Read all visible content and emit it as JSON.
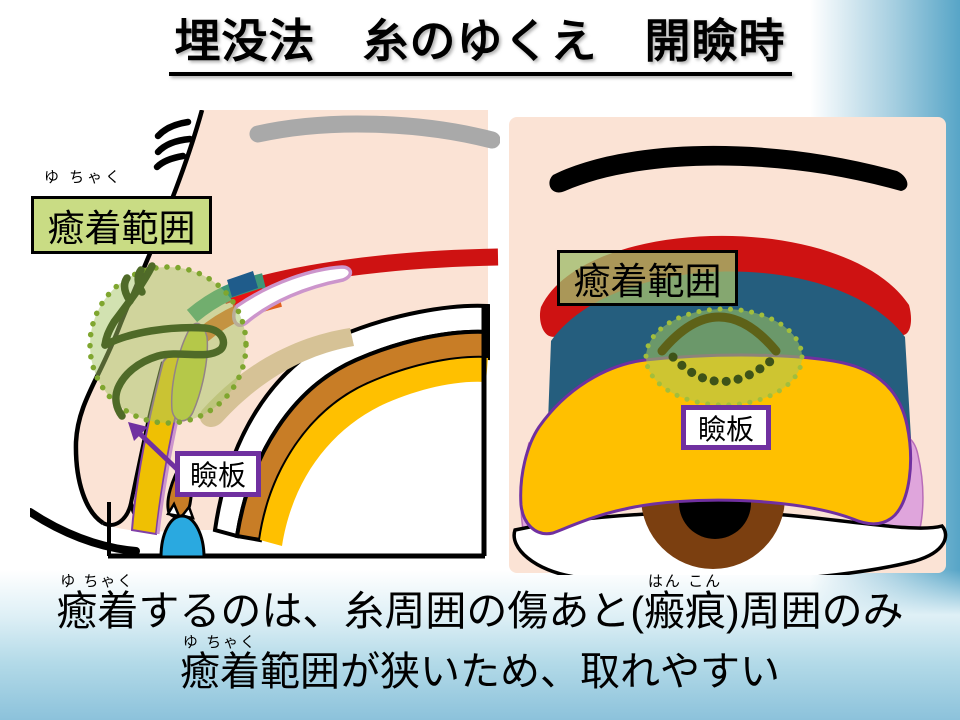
{
  "title": "埋没法　糸のゆくえ　開瞼時",
  "colors": {
    "skin": "#FBE3D5",
    "brow_gray": "#A9A9A9",
    "brow_black": "#000000",
    "red_band": "#CE1212",
    "blue_region": "#255E7E",
    "segment_blue": "#1F5C8B",
    "segment_red": "#E81313",
    "teal_band": "#3D9678",
    "orange_red_band": "#E2601E",
    "orange_band": "#C87D26",
    "amber_band": "#FFC000",
    "bright_yellow": "#EFC003",
    "tan_band": "#D6C296",
    "scar_green": "#C5CB2F",
    "thread_olive": "#4F6A28",
    "thread_olive_right": "#5E6218",
    "thread_dot_dark": "#3E5318",
    "adhesion_fill_left": "rgba(165,197,100,0.5)",
    "adhesion_dot_left": "#7FA62F",
    "adhesion_fill_right": "rgba(165,200,90,0.55)",
    "adhesion_dot_right": "#A2BE3C",
    "label_green": "#C9DC84",
    "label_green_translucent": "rgba(160,188,108,0.78)",
    "purple": "#7030A0",
    "plum": "#CC95CC",
    "pink": "#DFA5DC",
    "sky_blue": "#2AA9E0",
    "iris_brown": "#7B3F10",
    "pupil_black": "#000000",
    "sclera_white": "#FFFFFF",
    "outline_black": "#000000"
  },
  "left_panel": {
    "ruby_label": "ゆ ちゃく",
    "adhesion_box": "癒着範囲",
    "tarsus_box": "瞼板"
  },
  "right_panel": {
    "adhesion_box": "癒着範囲",
    "tarsus_box": "瞼板"
  },
  "caption": {
    "line1": [
      {
        "text": "癒着",
        "ruby": "ゆ ちゃく"
      },
      {
        "text": "するのは、糸周囲の傷あと("
      },
      {
        "text": "瘢痕",
        "ruby": "はん こん"
      },
      {
        "text": ")周囲のみ"
      }
    ],
    "line2": [
      {
        "text": "癒着",
        "ruby": "ゆ ちゃく"
      },
      {
        "text": "範囲が狭いため、取れやすい"
      }
    ]
  }
}
